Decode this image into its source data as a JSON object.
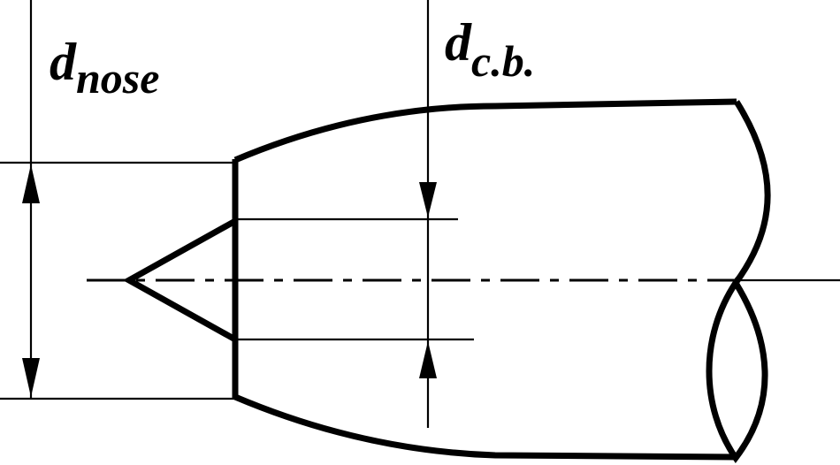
{
  "labels": {
    "nose_main": "d",
    "nose_sub": "nose",
    "cb_main": "d",
    "cb_sub": "c.b."
  }
}
